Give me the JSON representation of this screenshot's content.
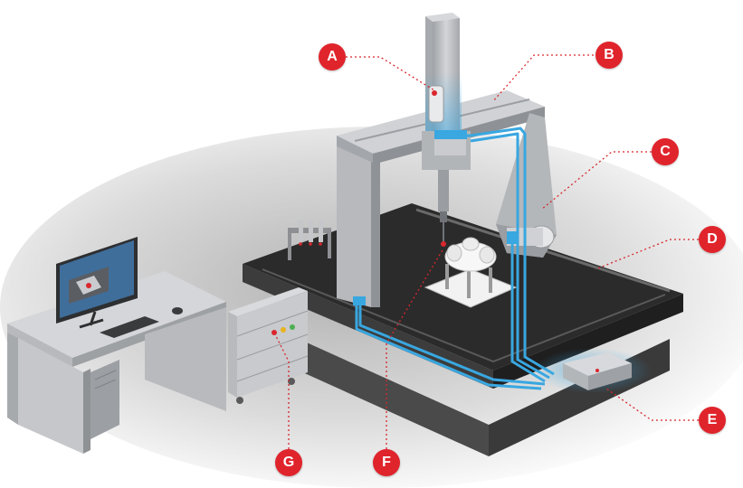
{
  "colors": {
    "badge": "#e0242c",
    "leader": "#d9262c",
    "cable": "#39a7e0",
    "granite": "#2b2b2b",
    "steel": "#b9bbbe",
    "steel_dark": "#8d8f93"
  },
  "callouts": [
    {
      "id": "A",
      "label": "A"
    },
    {
      "id": "B",
      "label": "B"
    },
    {
      "id": "C",
      "label": "C"
    },
    {
      "id": "D",
      "label": "D"
    },
    {
      "id": "E",
      "label": "E"
    },
    {
      "id": "F",
      "label": "F"
    },
    {
      "id": "G",
      "label": "G"
    }
  ]
}
